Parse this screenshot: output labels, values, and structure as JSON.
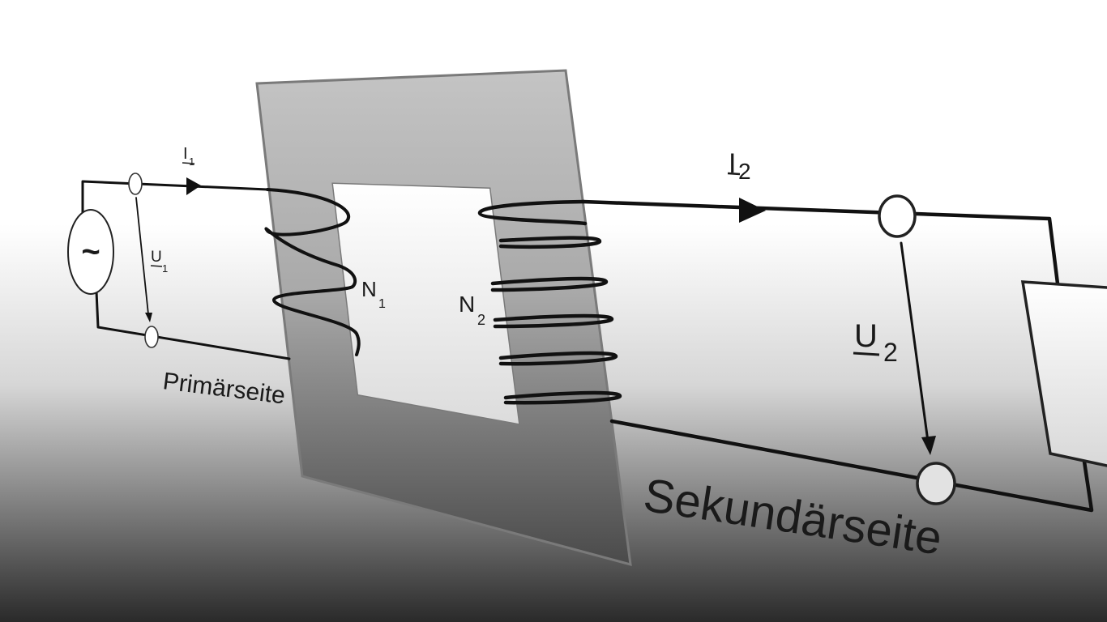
{
  "primary": {
    "current": "I",
    "current_index": "1",
    "voltage": "U",
    "voltage_index": "1",
    "turns": "N",
    "turns_index": "1",
    "side_label": "Primärseite",
    "source_symbol": "~"
  },
  "secondary": {
    "current": "I",
    "current_index": "2",
    "voltage": "U",
    "voltage_index": "2",
    "turns": "N",
    "turns_index": "2",
    "side_label": "Sekundärseite"
  },
  "colors": {
    "core_top": "#c2c2c2",
    "core_bottom": "#4f4f4f",
    "core_edge": "#7a7a7a",
    "wire": "#111111"
  }
}
